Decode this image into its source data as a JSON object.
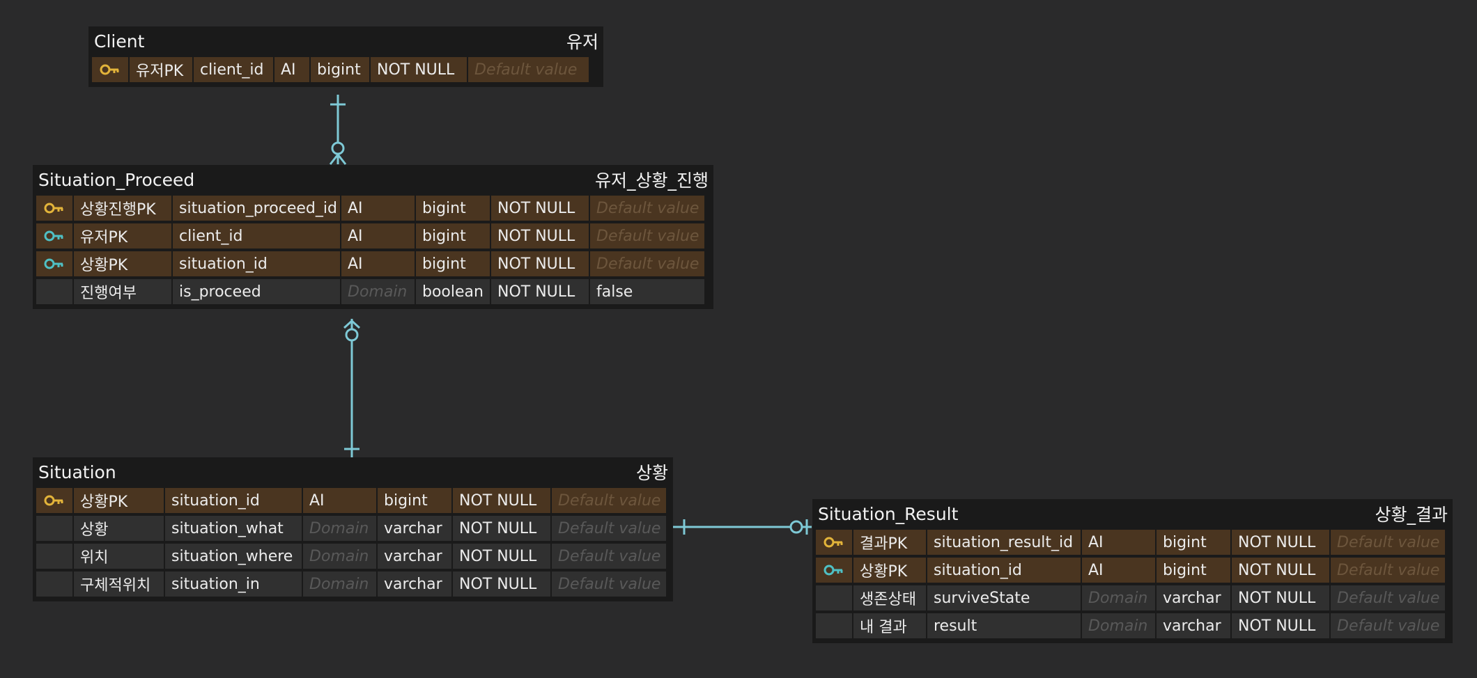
{
  "colors": {
    "background": "#2a2a2b",
    "connector": "#7ec9d6",
    "pk_key": "#e3b43a",
    "fk_key": "#4fc0c4",
    "key_row_bg": "#4a3520"
  },
  "tables": [
    {
      "name": "Client",
      "comment": "유저",
      "rows": [
        {
          "key": "pk",
          "logical": "유저PK",
          "physical": "client_id",
          "domain": "AI",
          "type": "bigint",
          "nullable": "NOT NULL",
          "default": "Default value",
          "domain_placeholder": false,
          "default_placeholder": true
        }
      ]
    },
    {
      "name": "Situation_Proceed",
      "comment": "유저_상황_진행",
      "rows": [
        {
          "key": "pk",
          "logical": "상황진행PK",
          "physical": "situation_proceed_id",
          "domain": "AI",
          "type": "bigint",
          "nullable": "NOT NULL",
          "default": "Default value",
          "domain_placeholder": false,
          "default_placeholder": true
        },
        {
          "key": "fk",
          "logical": "유저PK",
          "physical": "client_id",
          "domain": "AI",
          "type": "bigint",
          "nullable": "NOT NULL",
          "default": "Default value",
          "domain_placeholder": false,
          "default_placeholder": true
        },
        {
          "key": "fk",
          "logical": "상황PK",
          "physical": "situation_id",
          "domain": "AI",
          "type": "bigint",
          "nullable": "NOT NULL",
          "default": "Default value",
          "domain_placeholder": false,
          "default_placeholder": true
        },
        {
          "key": "none",
          "logical": "진행여부",
          "physical": "is_proceed",
          "domain": "Domain",
          "type": "boolean",
          "nullable": "NOT NULL",
          "default": "false",
          "domain_placeholder": true,
          "default_placeholder": false
        }
      ]
    },
    {
      "name": "Situation",
      "comment": "상황",
      "rows": [
        {
          "key": "pk",
          "logical": "상황PK",
          "physical": "situation_id",
          "domain": "AI",
          "type": "bigint",
          "nullable": "NOT NULL",
          "default": "Default value",
          "domain_placeholder": false,
          "default_placeholder": true
        },
        {
          "key": "none",
          "logical": "상황",
          "physical": "situation_what",
          "domain": "Domain",
          "type": "varchar",
          "nullable": "NOT NULL",
          "default": "Default value",
          "domain_placeholder": true,
          "default_placeholder": true
        },
        {
          "key": "none",
          "logical": "위치",
          "physical": "situation_where",
          "domain": "Domain",
          "type": "varchar",
          "nullable": "NOT NULL",
          "default": "Default value",
          "domain_placeholder": true,
          "default_placeholder": true
        },
        {
          "key": "none",
          "logical": "구체적위치",
          "physical": "situation_in",
          "domain": "Domain",
          "type": "varchar",
          "nullable": "NOT NULL",
          "default": "Default value",
          "domain_placeholder": true,
          "default_placeholder": true
        }
      ]
    },
    {
      "name": "Situation_Result",
      "comment": "상황_결과",
      "rows": [
        {
          "key": "pk",
          "logical": "결과PK",
          "physical": "situation_result_id",
          "domain": "AI",
          "type": "bigint",
          "nullable": "NOT NULL",
          "default": "Default value",
          "domain_placeholder": false,
          "default_placeholder": true
        },
        {
          "key": "fk",
          "logical": "상황PK",
          "physical": "situation_id",
          "domain": "AI",
          "type": "bigint",
          "nullable": "NOT NULL",
          "default": "Default value",
          "domain_placeholder": false,
          "default_placeholder": true
        },
        {
          "key": "none",
          "logical": "생존상태",
          "physical": "surviveState",
          "domain": "Domain",
          "type": "varchar",
          "nullable": "NOT NULL",
          "default": "Default value",
          "domain_placeholder": true,
          "default_placeholder": true
        },
        {
          "key": "none",
          "logical": "내 결과",
          "physical": "result",
          "domain": "Domain",
          "type": "varchar",
          "nullable": "NOT NULL",
          "default": "Default value",
          "domain_placeholder": true,
          "default_placeholder": true
        }
      ]
    }
  ],
  "relationships": [
    {
      "from": "Client",
      "to": "Situation_Proceed",
      "from_cardinality": "one",
      "to_cardinality": "zero-or-many"
    },
    {
      "from": "Situation",
      "to": "Situation_Proceed",
      "from_cardinality": "one",
      "to_cardinality": "zero-or-many"
    },
    {
      "from": "Situation",
      "to": "Situation_Result",
      "from_cardinality": "one",
      "to_cardinality": "zero-or-one"
    }
  ]
}
